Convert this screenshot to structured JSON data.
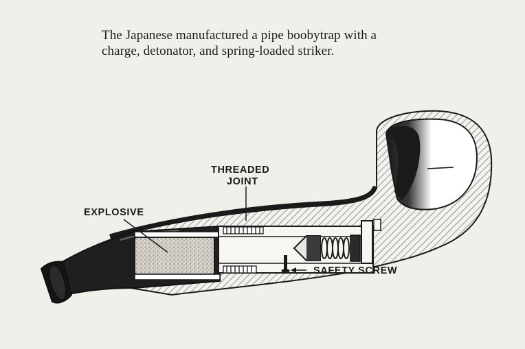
{
  "caption": {
    "line1": "The Japanese manufactured a pipe boobytrap with a",
    "line2": "charge, detonator, and spring-loaded striker."
  },
  "labels": {
    "threaded_joint_line1": "THREADED",
    "threaded_joint_line2": "JOINT",
    "explosive": "EXPLOSIVE",
    "safety_screw": "SAFETY SCREW"
  },
  "colors": {
    "ink": "#1a1a1a",
    "paper": "#f1efe9",
    "bowl_interior": "#ffffff",
    "explosive_fill": "#d8d4cc"
  }
}
